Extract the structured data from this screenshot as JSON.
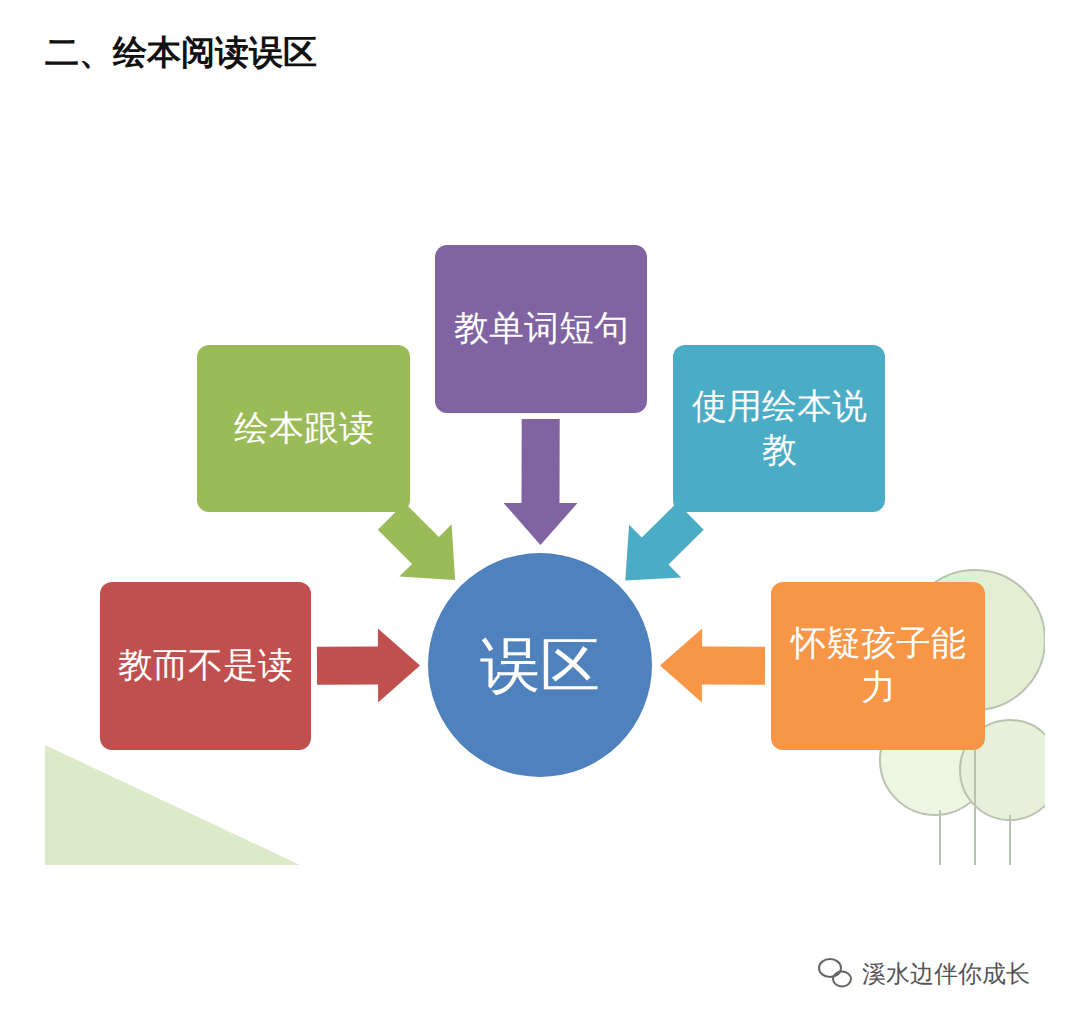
{
  "diagram": {
    "title": "二、绘本阅读误区",
    "nodes": [
      {
        "text": [
          "教单词短句"
        ]
      },
      {
        "text": [
          "绘本跟读"
        ]
      },
      {
        "text": [
          "使用绘本说教"
        ]
      },
      {
        "text": [
          "教而不是读"
        ]
      },
      {
        "text": [
          "误区"
        ]
      },
      {
        "text": [
          "怀疑孩子能力"
        ]
      }
    ],
    "edges": [
      {
        "from": 0,
        "to": 4,
        "arrow": "to"
      },
      {
        "from": 1,
        "to": 4,
        "arrow": "to"
      },
      {
        "from": 2,
        "to": 4,
        "arrow": "to"
      },
      {
        "from": 3,
        "to": 4,
        "arrow": "to"
      },
      {
        "from": 5,
        "to": 4,
        "arrow": "to"
      }
    ],
    "labels": [
      "溪水边伴你成长"
    ]
  }
}
